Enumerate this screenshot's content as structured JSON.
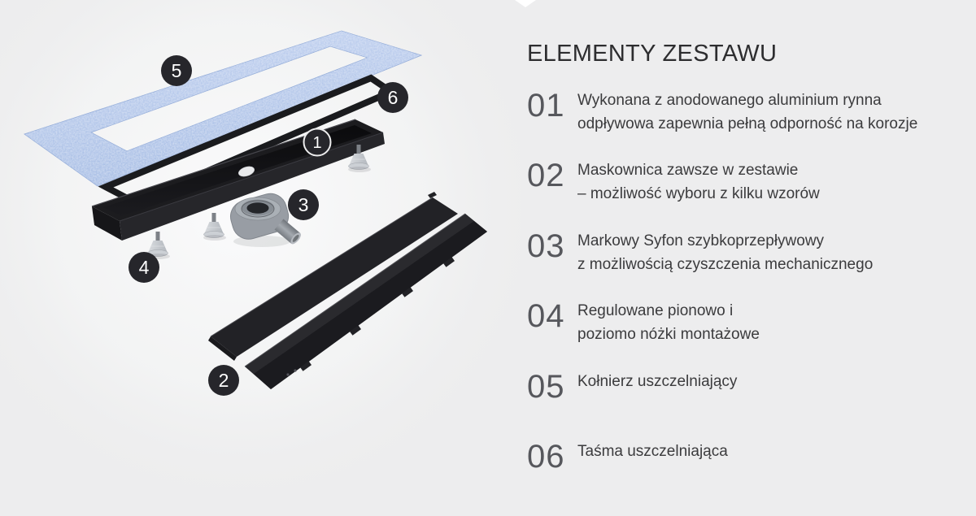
{
  "section": {
    "title": "ELEMENTY ZESTAWU",
    "background_color": "#ededee",
    "divider_notch_color": "#ffffff"
  },
  "elements": [
    {
      "num": "01",
      "line1": "Wykonana z anodowanego aluminium rynna",
      "line2": "odpływowa zapewnia pełną odporność na korozje"
    },
    {
      "num": "02",
      "line1": "Maskownica zawsze w zestawie",
      "line2": "– możliwość wyboru z kilku wzorów"
    },
    {
      "num": "03",
      "line1": "Markowy Syfon szybkoprzepływowy",
      "line2": "z możliwością czyszczenia mechanicznego"
    },
    {
      "num": "04",
      "line1": "Regulowane pionowo i",
      "line2": "poziomo nóżki montażowe"
    },
    {
      "num": "05",
      "line1": "Kołnierz uszczelniający",
      "line2": ""
    },
    {
      "num": "06",
      "line1": "Taśma uszczelniająca",
      "line2": ""
    }
  ],
  "diagram": {
    "badges": {
      "b1": "1",
      "b2": "2",
      "b3": "3",
      "b4": "4",
      "b5": "5",
      "b6": "6"
    },
    "colors": {
      "membrane_blue": "#a9bfe6",
      "part_black": "#1e1e21",
      "siphon_gray": "#9aa0a7",
      "feet_gray": "#c9cdd2",
      "badge_dark": "#26262b"
    }
  }
}
